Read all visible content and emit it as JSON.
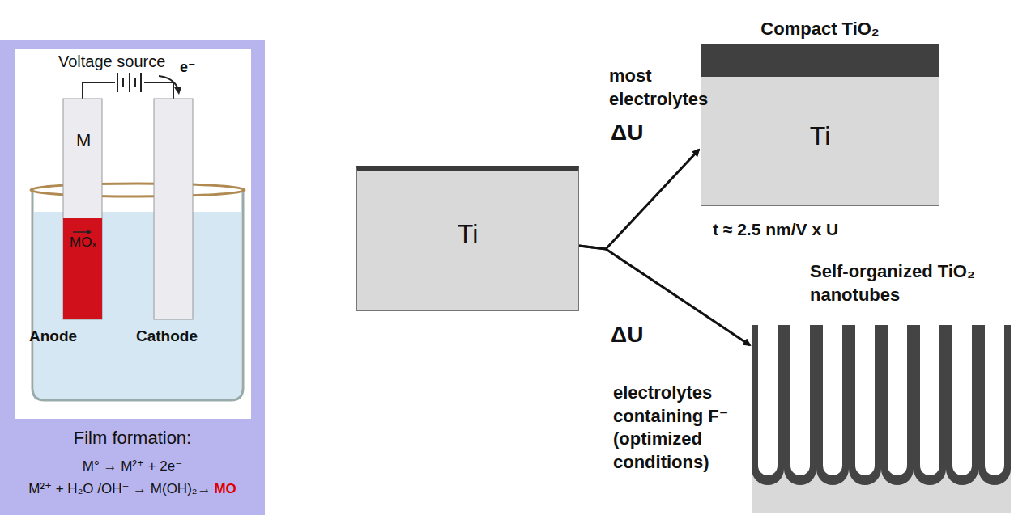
{
  "diagram": {
    "nodes": [
      {
        "text": [
          "Ti"
        ]
      },
      {
        "text": [
          "Compact TiO₂",
          "Ti"
        ]
      },
      {
        "text": [
          "Self-organized TiO₂ nanotubes"
        ]
      }
    ],
    "edges": [
      {
        "from": 0,
        "to": 1,
        "arrow": "to",
        "label": "ΔU"
      },
      {
        "from": 0,
        "to": 2,
        "arrow": "to",
        "label": "ΔU"
      }
    ],
    "labels": [
      "Voltage source",
      "e⁻",
      "M",
      "MOₓ",
      "Anode",
      "Cathode",
      "Film formation:",
      "M° → M²⁺ + 2e⁻",
      "M²⁺ + H₂O /OH⁻ → M(OH)₂→",
      "MO",
      "most electrolytes",
      "t ≈ 2.5 nm/V x U",
      "electrolytes containing F⁻ (optimized conditions)"
    ]
  }
}
